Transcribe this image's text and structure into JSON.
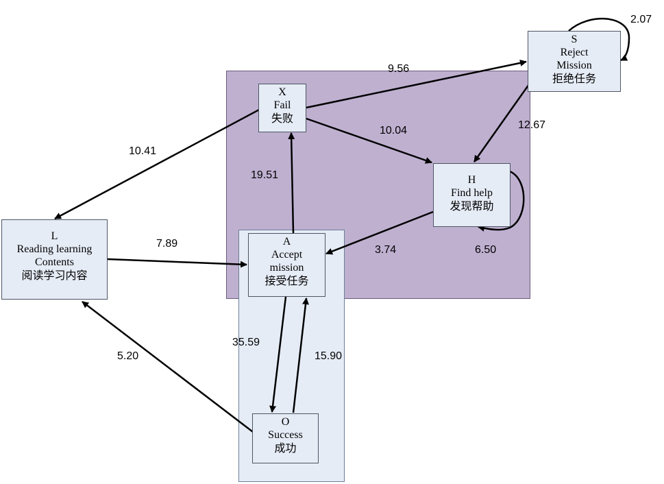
{
  "nodes": {
    "X": {
      "code": "X",
      "name": "Fail",
      "zh": "失败"
    },
    "S": {
      "code": "S",
      "name_line1": "Reject",
      "name_line2": "Mission",
      "zh": "拒绝任务"
    },
    "H": {
      "code": "H",
      "name": "Find help",
      "zh": "发现帮助"
    },
    "L": {
      "code": "L",
      "name_line1": "Reading learning",
      "name_line2": "Contents",
      "zh": "阅读学习内容"
    },
    "A": {
      "code": "A",
      "name_line1": "Accept",
      "name_line2": "mission",
      "zh": "接受任务"
    },
    "O": {
      "code": "O",
      "name": "Success",
      "zh": "成功"
    }
  },
  "edges": [
    {
      "from": "X",
      "to": "S",
      "value": "9.56"
    },
    {
      "from": "S",
      "to": "S",
      "value": "2.07"
    },
    {
      "from": "X",
      "to": "H",
      "value": "10.04"
    },
    {
      "from": "S",
      "to": "H",
      "value": "12.67"
    },
    {
      "from": "X",
      "to": "L",
      "value": "10.41"
    },
    {
      "from": "A",
      "to": "X",
      "value": "19.51"
    },
    {
      "from": "L",
      "to": "A",
      "value": "7.89"
    },
    {
      "from": "H",
      "to": "A",
      "value": "3.74"
    },
    {
      "from": "H",
      "to": "H",
      "value": "6.50"
    },
    {
      "from": "A",
      "to": "O",
      "value": "35.59"
    },
    {
      "from": "O",
      "to": "A",
      "value": "15.90"
    },
    {
      "from": "O",
      "to": "L",
      "value": "5.20"
    }
  ]
}
